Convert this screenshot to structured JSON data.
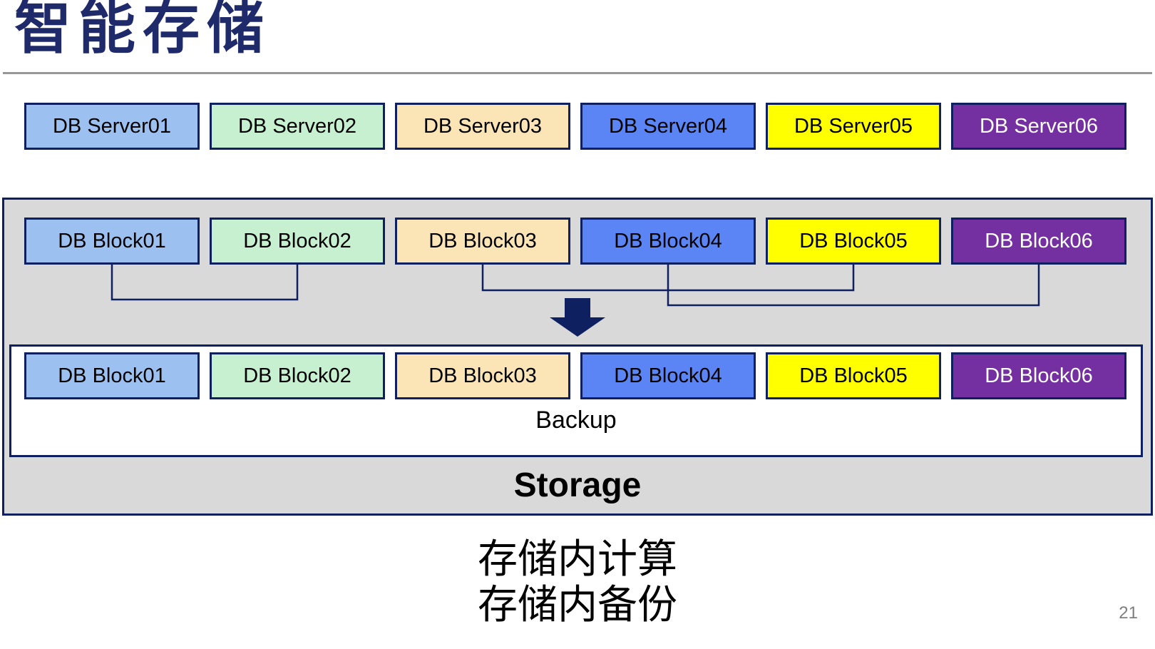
{
  "title": "智能存储",
  "title_color": "#1F2A6B",
  "divider_color": "#979797",
  "accent_navy": "#0F2060",
  "storage_fill": "#D9D9D9",
  "palette": [
    {
      "name": "light-blue",
      "fill": "#9CC1F1",
      "text": "#000000"
    },
    {
      "name": "light-green",
      "fill": "#C6F0CF",
      "text": "#000000"
    },
    {
      "name": "wheat",
      "fill": "#FBE4B5",
      "text": "#000000"
    },
    {
      "name": "blue",
      "fill": "#5B84F4",
      "text": "#000000"
    },
    {
      "name": "yellow",
      "fill": "#FFFF00",
      "text": "#000000"
    },
    {
      "name": "purple",
      "fill": "#7430A0",
      "text": "#FFFFFF"
    }
  ],
  "servers": [
    "DB Server01",
    "DB Server02",
    "DB Server03",
    "DB Server04",
    "DB Server05",
    "DB Server06"
  ],
  "storage": {
    "blocks": [
      "DB Block01",
      "DB Block02",
      "DB Block03",
      "DB Block04",
      "DB Block05",
      "DB Block06"
    ],
    "backup_blocks": [
      "DB Block01",
      "DB Block02",
      "DB Block03",
      "DB Block04",
      "DB Block05",
      "DB Block06"
    ],
    "backup_label": "Backup",
    "label": "Storage"
  },
  "caption": [
    "存储内计算",
    "存储内备份"
  ],
  "page_number": "21"
}
